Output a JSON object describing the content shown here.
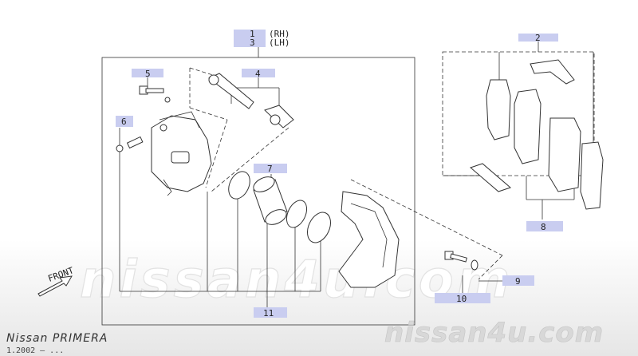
{
  "model": "Nissan  PRIMERA",
  "date_range": "1.2002 – ...",
  "watermark": "nissan4u.com",
  "front_label": "FRONT",
  "callouts": [
    {
      "id": "1",
      "num": "1",
      "note": "(RH)"
    },
    {
      "id": "3",
      "num": "3",
      "note": "(LH)"
    },
    {
      "id": "2",
      "num": "2"
    },
    {
      "id": "4",
      "num": "4"
    },
    {
      "id": "5",
      "num": "5"
    },
    {
      "id": "6",
      "num": "6"
    },
    {
      "id": "7",
      "num": "7"
    },
    {
      "id": "8",
      "num": "8"
    },
    {
      "id": "9",
      "num": "9"
    },
    {
      "id": "10",
      "num": "10"
    },
    {
      "id": "11",
      "num": "11"
    }
  ]
}
